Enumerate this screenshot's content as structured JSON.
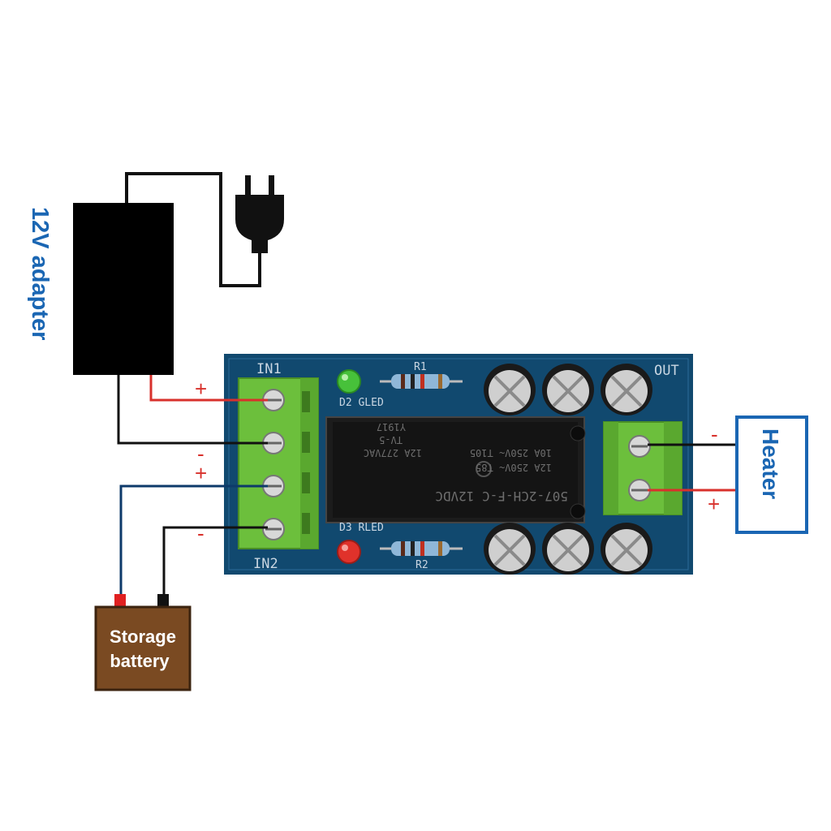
{
  "adapter": {
    "label": "12V adapter"
  },
  "battery": {
    "label_line1": "Storage",
    "label_line2": "battery"
  },
  "heater": {
    "label": "Heater"
  },
  "board": {
    "in1": "IN1",
    "in2": "IN2",
    "out": "OUT",
    "r1": "R1",
    "r2": "R2",
    "d2": "D2 GLED",
    "d3": "D3 RLED",
    "relay_lines": [
      "507-2CH-F-C 12VDC",
      "12A 250V~  T85",
      "10A 250V~  T105",
      "12A 277VAC",
      "TV-5",
      "Y1917"
    ]
  },
  "signs": {
    "adapter_plus": "+",
    "adapter_minus": "-",
    "battery_plus": "+",
    "battery_minus": "-",
    "heater_minus": "-",
    "heater_plus": "+"
  },
  "colors": {
    "pcb": "#11496f",
    "terminal": "#6cbf3c",
    "wire_red": "#d8312c",
    "wire_black": "#111111",
    "wire_blue": "#0d3a6a",
    "label_blue": "#1a66b3",
    "battery": "#7a4a22"
  }
}
